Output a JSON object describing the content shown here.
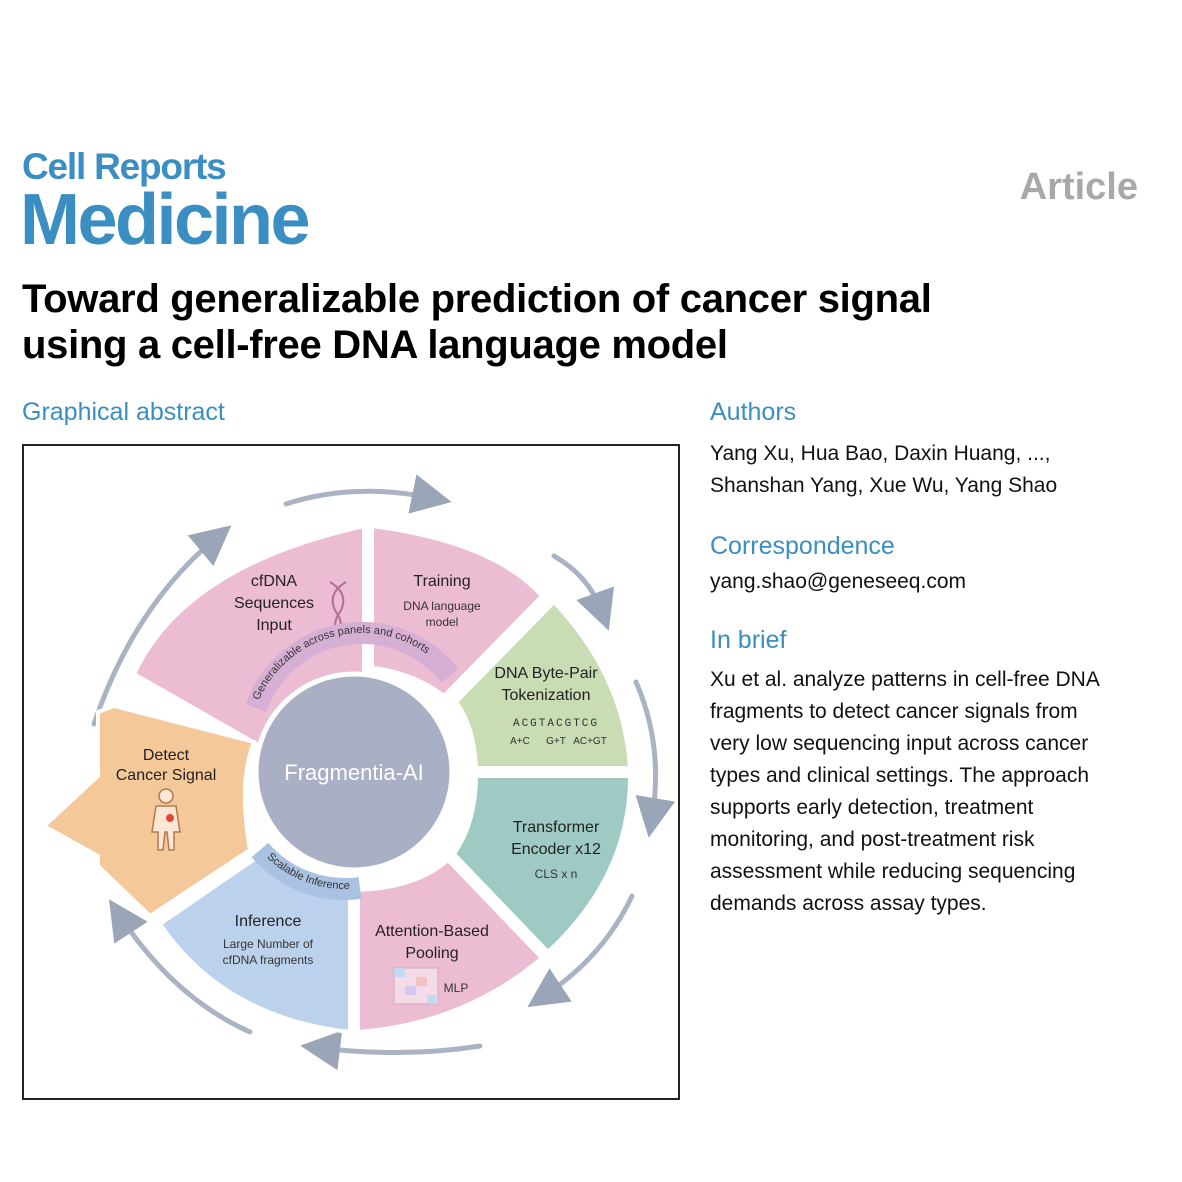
{
  "header": {
    "journal_line1": "Cell Reports",
    "journal_line2": "Medicine",
    "article_type": "Article"
  },
  "title": {
    "line1": "Toward generalizable prediction of cancer signal",
    "line2": "using a cell-free DNA language model"
  },
  "graphical_abstract": {
    "heading": "Graphical abstract",
    "center_label": "Fragmentia-AI",
    "segments": {
      "cfdna": {
        "line1": "cfDNA",
        "line2": "Sequences",
        "line3": "Input"
      },
      "training": {
        "title": "Training",
        "sub1": "DNA language",
        "sub2": "model"
      },
      "tokenization": {
        "line1": "DNA Byte-Pair",
        "line2": "Tokenization",
        "sequence": "ACGTACGTCG",
        "token1": "A+C",
        "token2": "G+T",
        "token3": "AC+GT"
      },
      "transformer": {
        "line1": "Transformer",
        "line2": "Encoder x12",
        "sub": "CLS x n"
      },
      "pooling": {
        "line1": "Attention-Based",
        "line2": "Pooling",
        "sub": "MLP"
      },
      "inference": {
        "title": "Inference",
        "sub1": "Large Number of",
        "sub2": "cfDNA fragments"
      },
      "detect": {
        "line1": "Detect",
        "line2": "Cancer Signal"
      }
    },
    "arc_labels": {
      "top": "Generalizable across panels and cohorts",
      "bottom": "Scalable Inference"
    },
    "colors": {
      "pink": "#ecbdd2",
      "green": "#c9dcb4",
      "teal": "#9fcac4",
      "blue": "#bcd2ec",
      "orange": "#f5c89a",
      "center": "#a9afc4"
    }
  },
  "authors": {
    "heading": "Authors",
    "line1": "Yang Xu, Hua Bao, Daxin Huang, ...,",
    "line2": "Shanshan Yang, Xue Wu, Yang Shao"
  },
  "correspondence": {
    "heading": "Correspondence",
    "email": "yang.shao@geneseeq.com"
  },
  "in_brief": {
    "heading": "In brief",
    "lines": [
      "Xu et al. analyze patterns in cell-free DNA",
      "fragments to detect cancer signals from",
      "very low sequencing input across cancer",
      "types and clinical settings. The approach",
      "supports early detection, treatment",
      "monitoring, and post-treatment risk",
      "assessment while reducing sequencing",
      "demands across assay types."
    ]
  }
}
